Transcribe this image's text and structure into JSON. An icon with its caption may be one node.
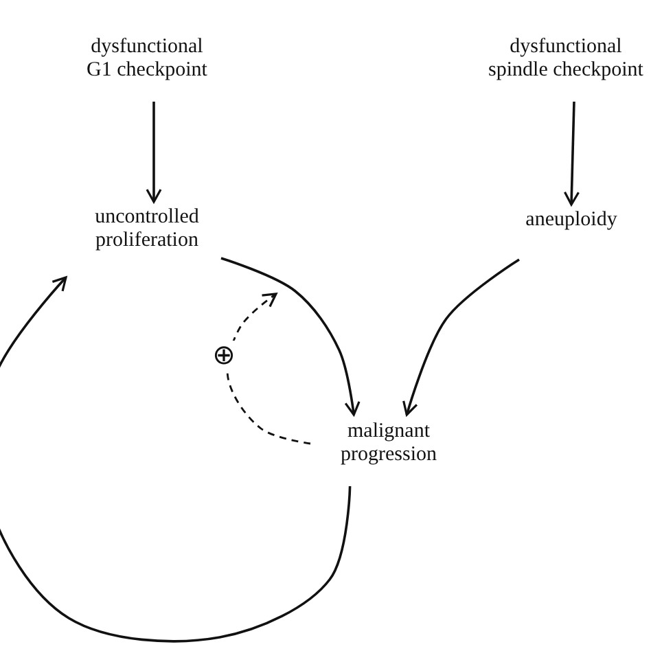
{
  "diagram": {
    "nodes": [
      {
        "text": [
          "dysfunctional G1 checkpoint"
        ]
      },
      {
        "text": [
          "dysfunctional spindle checkpoint"
        ]
      },
      {
        "text": [
          "uncontrolled proliferation"
        ]
      },
      {
        "text": [
          "aneuploidy"
        ]
      },
      {
        "text": [
          "malignant progression"
        ]
      }
    ],
    "edges": [
      {
        "from": 0,
        "to": 2,
        "arrow": "to"
      },
      {
        "from": 1,
        "to": 3,
        "arrow": "to"
      },
      {
        "from": 2,
        "to": 4,
        "arrow": "to"
      },
      {
        "from": 3,
        "to": 4,
        "arrow": "to"
      },
      {
        "from": 4,
        "to": 2,
        "arrow": "to"
      },
      {
        "from": 4,
        "to": null,
        "arrow": "to",
        "style": "dashed",
        "label": "⊕"
      }
    ]
  }
}
